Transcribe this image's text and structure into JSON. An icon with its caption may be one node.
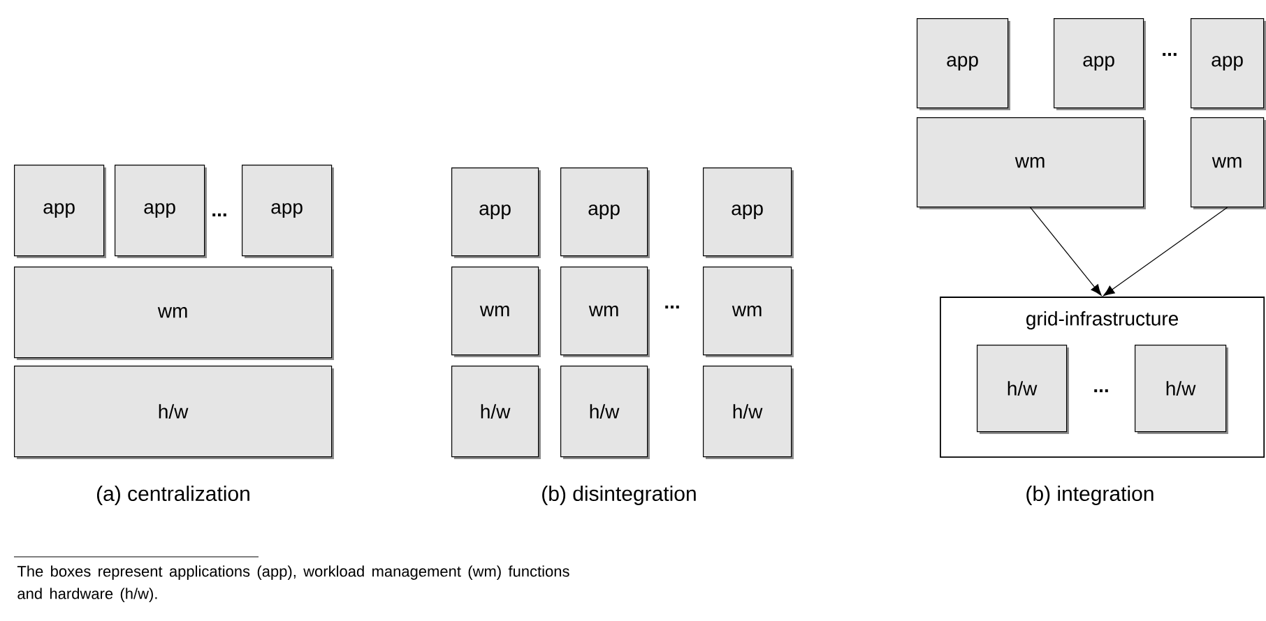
{
  "diagram": {
    "nodes": [
      {
        "text": [
          "app"
        ]
      },
      {
        "text": [
          "app"
        ]
      },
      {
        "text": [
          "app"
        ]
      },
      {
        "text": [
          "wm"
        ]
      },
      {
        "text": [
          "h/w"
        ]
      },
      {
        "text": [
          "app"
        ]
      },
      {
        "text": [
          "app"
        ]
      },
      {
        "text": [
          "app"
        ]
      },
      {
        "text": [
          "wm"
        ]
      },
      {
        "text": [
          "wm"
        ]
      },
      {
        "text": [
          "wm"
        ]
      },
      {
        "text": [
          "h/w"
        ]
      },
      {
        "text": [
          "h/w"
        ]
      },
      {
        "text": [
          "h/w"
        ]
      },
      {
        "text": [
          "app"
        ]
      },
      {
        "text": [
          "app"
        ]
      },
      {
        "text": [
          "app"
        ]
      },
      {
        "text": [
          "wm"
        ]
      },
      {
        "text": [
          "wm"
        ]
      },
      {
        "text": [
          "grid-infrastructure"
        ]
      },
      {
        "text": [
          "h/w"
        ],
        "in": 19
      },
      {
        "text": [
          "h/w"
        ],
        "in": 19
      }
    ],
    "edges": [
      {
        "from": 17,
        "to": 19,
        "arrow": "to"
      },
      {
        "from": 18,
        "to": 19,
        "arrow": "to"
      }
    ],
    "labels": [
      "...",
      "...",
      "...",
      "...",
      "(a) centralization",
      "(b) disintegration",
      "(b) integration",
      "The boxes represent applications (app), workload management (wm) functions and hardware (h/w)."
    ]
  }
}
